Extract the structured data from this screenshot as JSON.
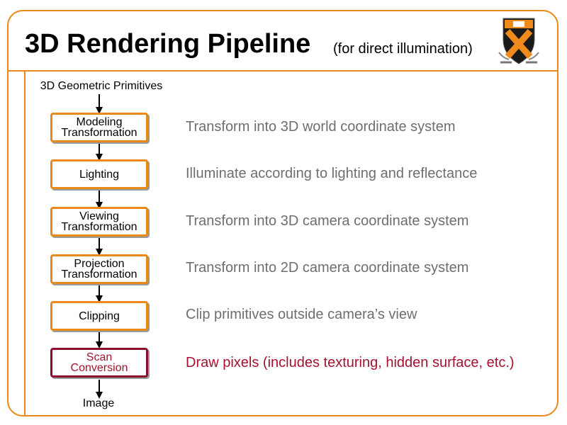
{
  "slide": {
    "title": "3D Rendering Pipeline",
    "subtitle": "(for direct illumination)"
  },
  "pipeline": {
    "input_label": "3D Geometric Primitives",
    "output_label": "Image",
    "stages": [
      {
        "label": "Modeling Transformation",
        "description": "Transform into 3D world coordinate system",
        "highlighted": false
      },
      {
        "label": "Lighting",
        "description": "Illuminate according to lighting and reflectance",
        "highlighted": false
      },
      {
        "label": "Viewing Transformation",
        "description": "Transform into 3D camera coordinate system",
        "highlighted": false
      },
      {
        "label": "Projection Transformation",
        "description": "Transform into 2D camera coordinate system",
        "highlighted": false
      },
      {
        "label": "Clipping",
        "description": "Clip primitives outside camera’s view",
        "highlighted": false
      },
      {
        "label": "Scan Conversion",
        "description": "Draw pixels (includes texturing, hidden surface, etc.)",
        "highlighted": true
      }
    ]
  },
  "colors": {
    "frame": "#e8891a",
    "stage_border": "#e8891a",
    "highlight": "#a4122f",
    "description_text": "#6e6e6e"
  },
  "icons": {
    "logo": "princeton-shield-icon"
  }
}
